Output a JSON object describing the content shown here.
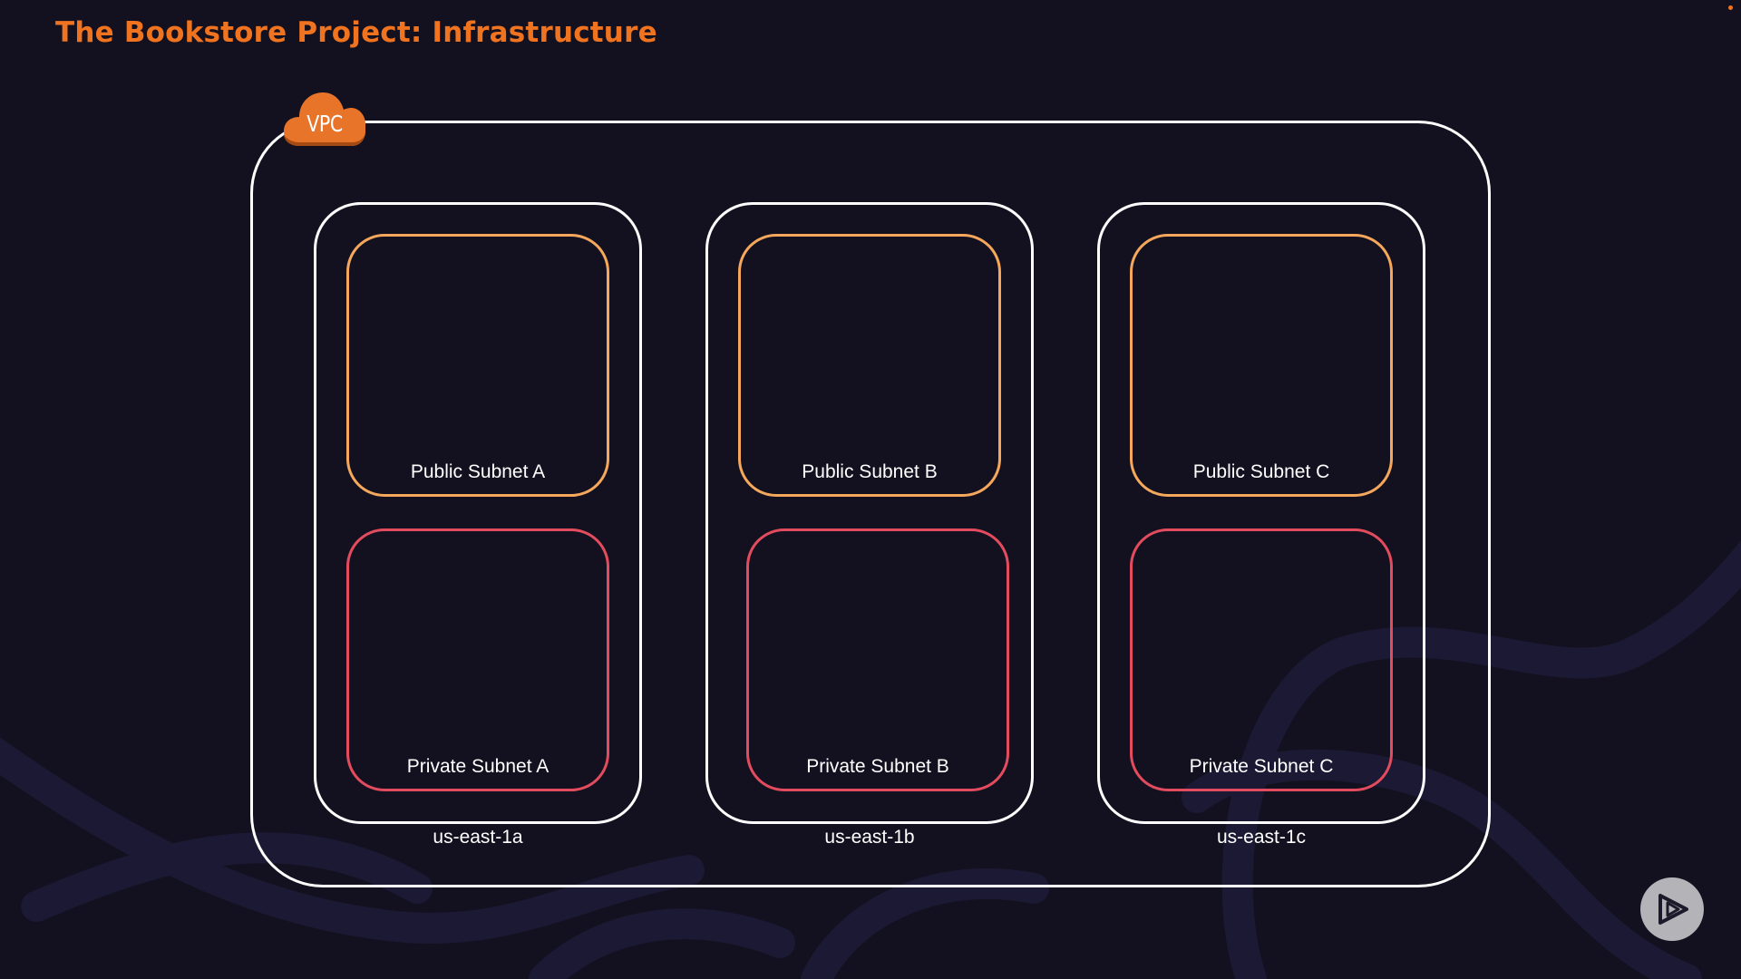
{
  "slide": {
    "title": "The Bookstore Project: Infrastructure"
  },
  "vpc": {
    "label": "VPC",
    "badge_color": "#e8742a"
  },
  "availability_zones": [
    {
      "name": "us-east-1a",
      "public_subnet": "Public Subnet A",
      "private_subnet": "Private Subnet A"
    },
    {
      "name": "us-east-1b",
      "public_subnet": "Public Subnet B",
      "private_subnet": "Private Subnet B"
    },
    {
      "name": "us-east-1c",
      "public_subnet": "Public Subnet C",
      "private_subnet": "Private Subnet C"
    }
  ],
  "colors": {
    "background": "#13111f",
    "title": "#f0731f",
    "public_subnet_border": "#f5a85c",
    "private_subnet_border": "#e34c5e",
    "container_border": "#ffffff"
  },
  "icons": {
    "vpc_badge": "cloud-icon",
    "player_button": "play-icon"
  }
}
